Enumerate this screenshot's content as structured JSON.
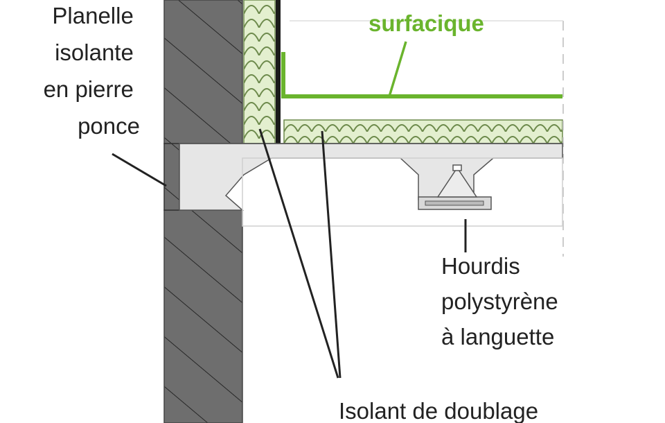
{
  "labels": {
    "planelle": [
      "Planelle",
      "isolante",
      "en pierre",
      "ponce"
    ],
    "surfacique": "surfacique",
    "hourdis": [
      "Hourdis",
      "polystyrène",
      "à languette"
    ],
    "isolant": "Isolant de doublage"
  },
  "colors": {
    "green": "#6ab42d",
    "insulation_fill": "#e3efcf",
    "insulation_stroke": "#6d8a4c",
    "wall_fill": "#6e6e6e",
    "concrete_fill": "#e6e6e6",
    "line": "#222222"
  }
}
